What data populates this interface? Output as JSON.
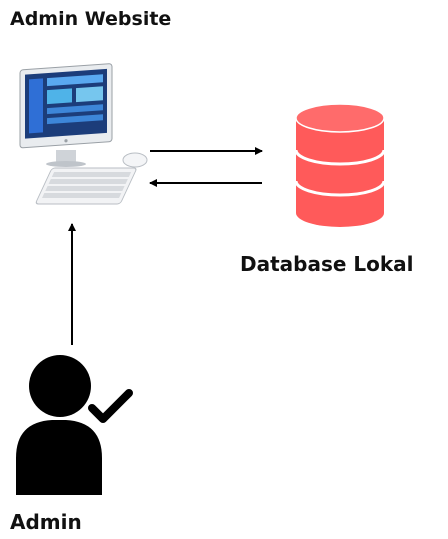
{
  "labels": {
    "admin_website": "Admin Website",
    "database": "Database Lokal",
    "admin": "Admin"
  },
  "icons": {
    "computer": "desktop-computer-icon",
    "database": "database-cylinder-icon",
    "user": "admin-user-check-icon"
  },
  "colors": {
    "database_fill": "#ff5a5a",
    "database_dark": "#e23b3b",
    "user_fill": "#000000",
    "arrow": "#000000"
  }
}
